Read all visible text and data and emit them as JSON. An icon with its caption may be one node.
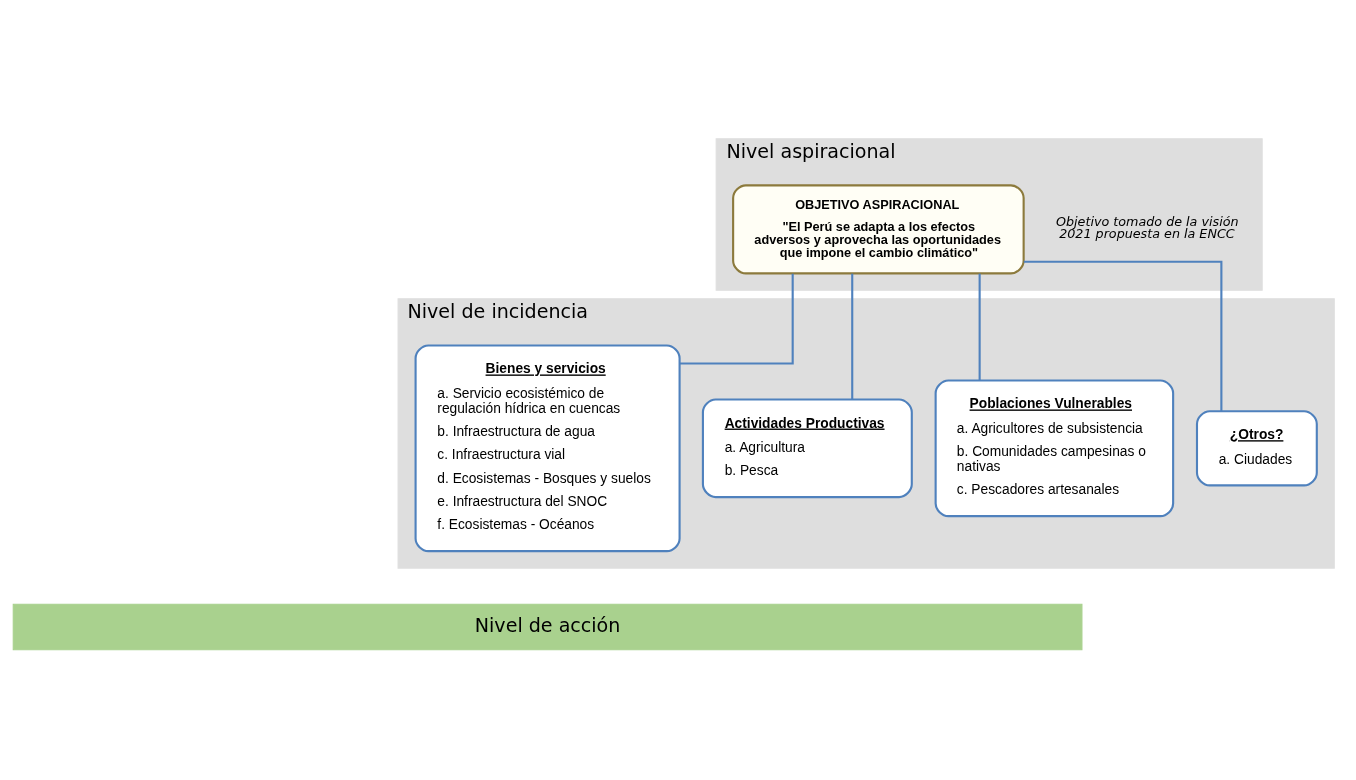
{
  "diagram": {
    "nodes": [
      {
        "text": [
          "Nivel aspiracional"
        ]
      },
      {
        "text": [
          "OBJETIVO ASPIRACIONAL",
          "\"El Perú se adapta a los efectos adversos y aprovecha las oportunidades que impone el cambio climático\""
        ],
        "in": 0,
        "beside": [
          "Objetivo tomado de la visión 2021 propuesta en la ENCC"
        ]
      },
      {
        "text": [
          "Nivel de incidencia"
        ]
      },
      {
        "text": [
          "Bienes y servicios",
          "a. Servicio ecosistémico de regulación hídrica en cuencas",
          "b. Infraestructura de agua",
          "c. Infraestructura vial",
          "d. Ecosistemas - Bosques y suelos",
          "e. Infraestructura del SNOC",
          "f. Ecosistemas - Océanos"
        ],
        "in": 2
      },
      {
        "text": [
          "Actividades Productivas",
          "a. Agricultura",
          "b. Pesca"
        ],
        "in": 2
      },
      {
        "text": [
          "Poblaciones Vulnerables",
          "a. Agricultores de subsistencia",
          "b. Comunidades campesinas o nativas",
          "c. Pescadores artesanales"
        ],
        "in": 2
      },
      {
        "text": [
          "¿Otros?",
          "a. Ciudades"
        ],
        "in": 2
      },
      {
        "text": [
          "Nivel de acción"
        ]
      }
    ],
    "edges": [
      {
        "from": 1,
        "to": 3,
        "arrow": "none"
      },
      {
        "from": 1,
        "to": 4,
        "arrow": "none"
      },
      {
        "from": 1,
        "to": 5,
        "arrow": "none"
      },
      {
        "from": 1,
        "to": 6,
        "arrow": "none"
      }
    ]
  }
}
